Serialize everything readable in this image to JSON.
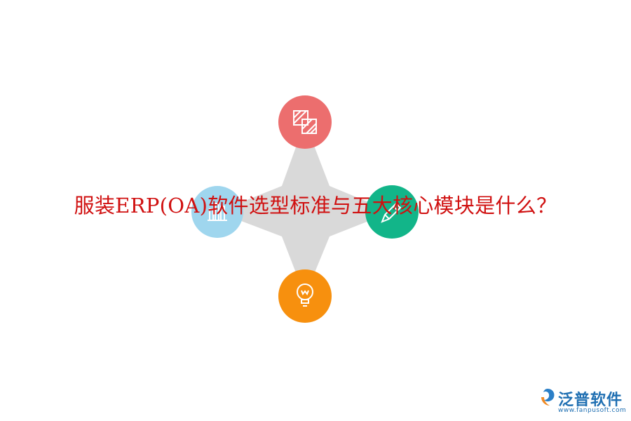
{
  "title": "服装ERP(OA)软件选型标准与五大核心模块是什么？",
  "colors": {
    "top": "#ec6e6e",
    "left": "#9fd6ee",
    "right": "#12b589",
    "bottom": "#f7900e",
    "star": "#d9d9d9",
    "title": "#d01010",
    "brand": "#1f6fb2"
  },
  "nodes": [
    {
      "position": "top",
      "icon": "hatched-squares-icon"
    },
    {
      "position": "left",
      "icon": "bar-chart-icon"
    },
    {
      "position": "right",
      "icon": "pen-icon"
    },
    {
      "position": "bottom",
      "icon": "lightbulb-icon"
    }
  ],
  "logo": {
    "brand": "泛普软件",
    "url": "www.fanpusoft.com"
  }
}
